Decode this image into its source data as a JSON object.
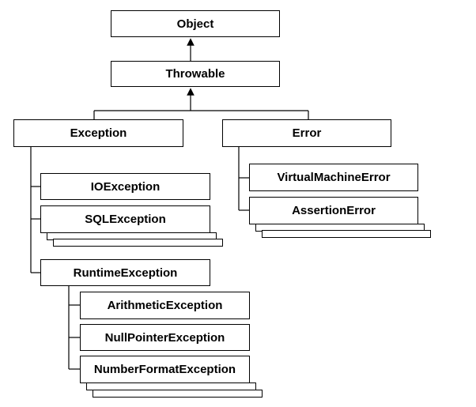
{
  "nodes": {
    "object": "Object",
    "throwable": "Throwable",
    "exception": "Exception",
    "error": "Error",
    "io_exception": "IOException",
    "sql_exception": "SQLException",
    "runtime_exception": "RuntimeException",
    "arithmetic_exception": "ArithmeticException",
    "null_pointer_exception": "NullPointerException",
    "number_format_exception": "NumberFormatException",
    "virtual_machine_error": "VirtualMachineError",
    "assertion_error": "AssertionError"
  }
}
